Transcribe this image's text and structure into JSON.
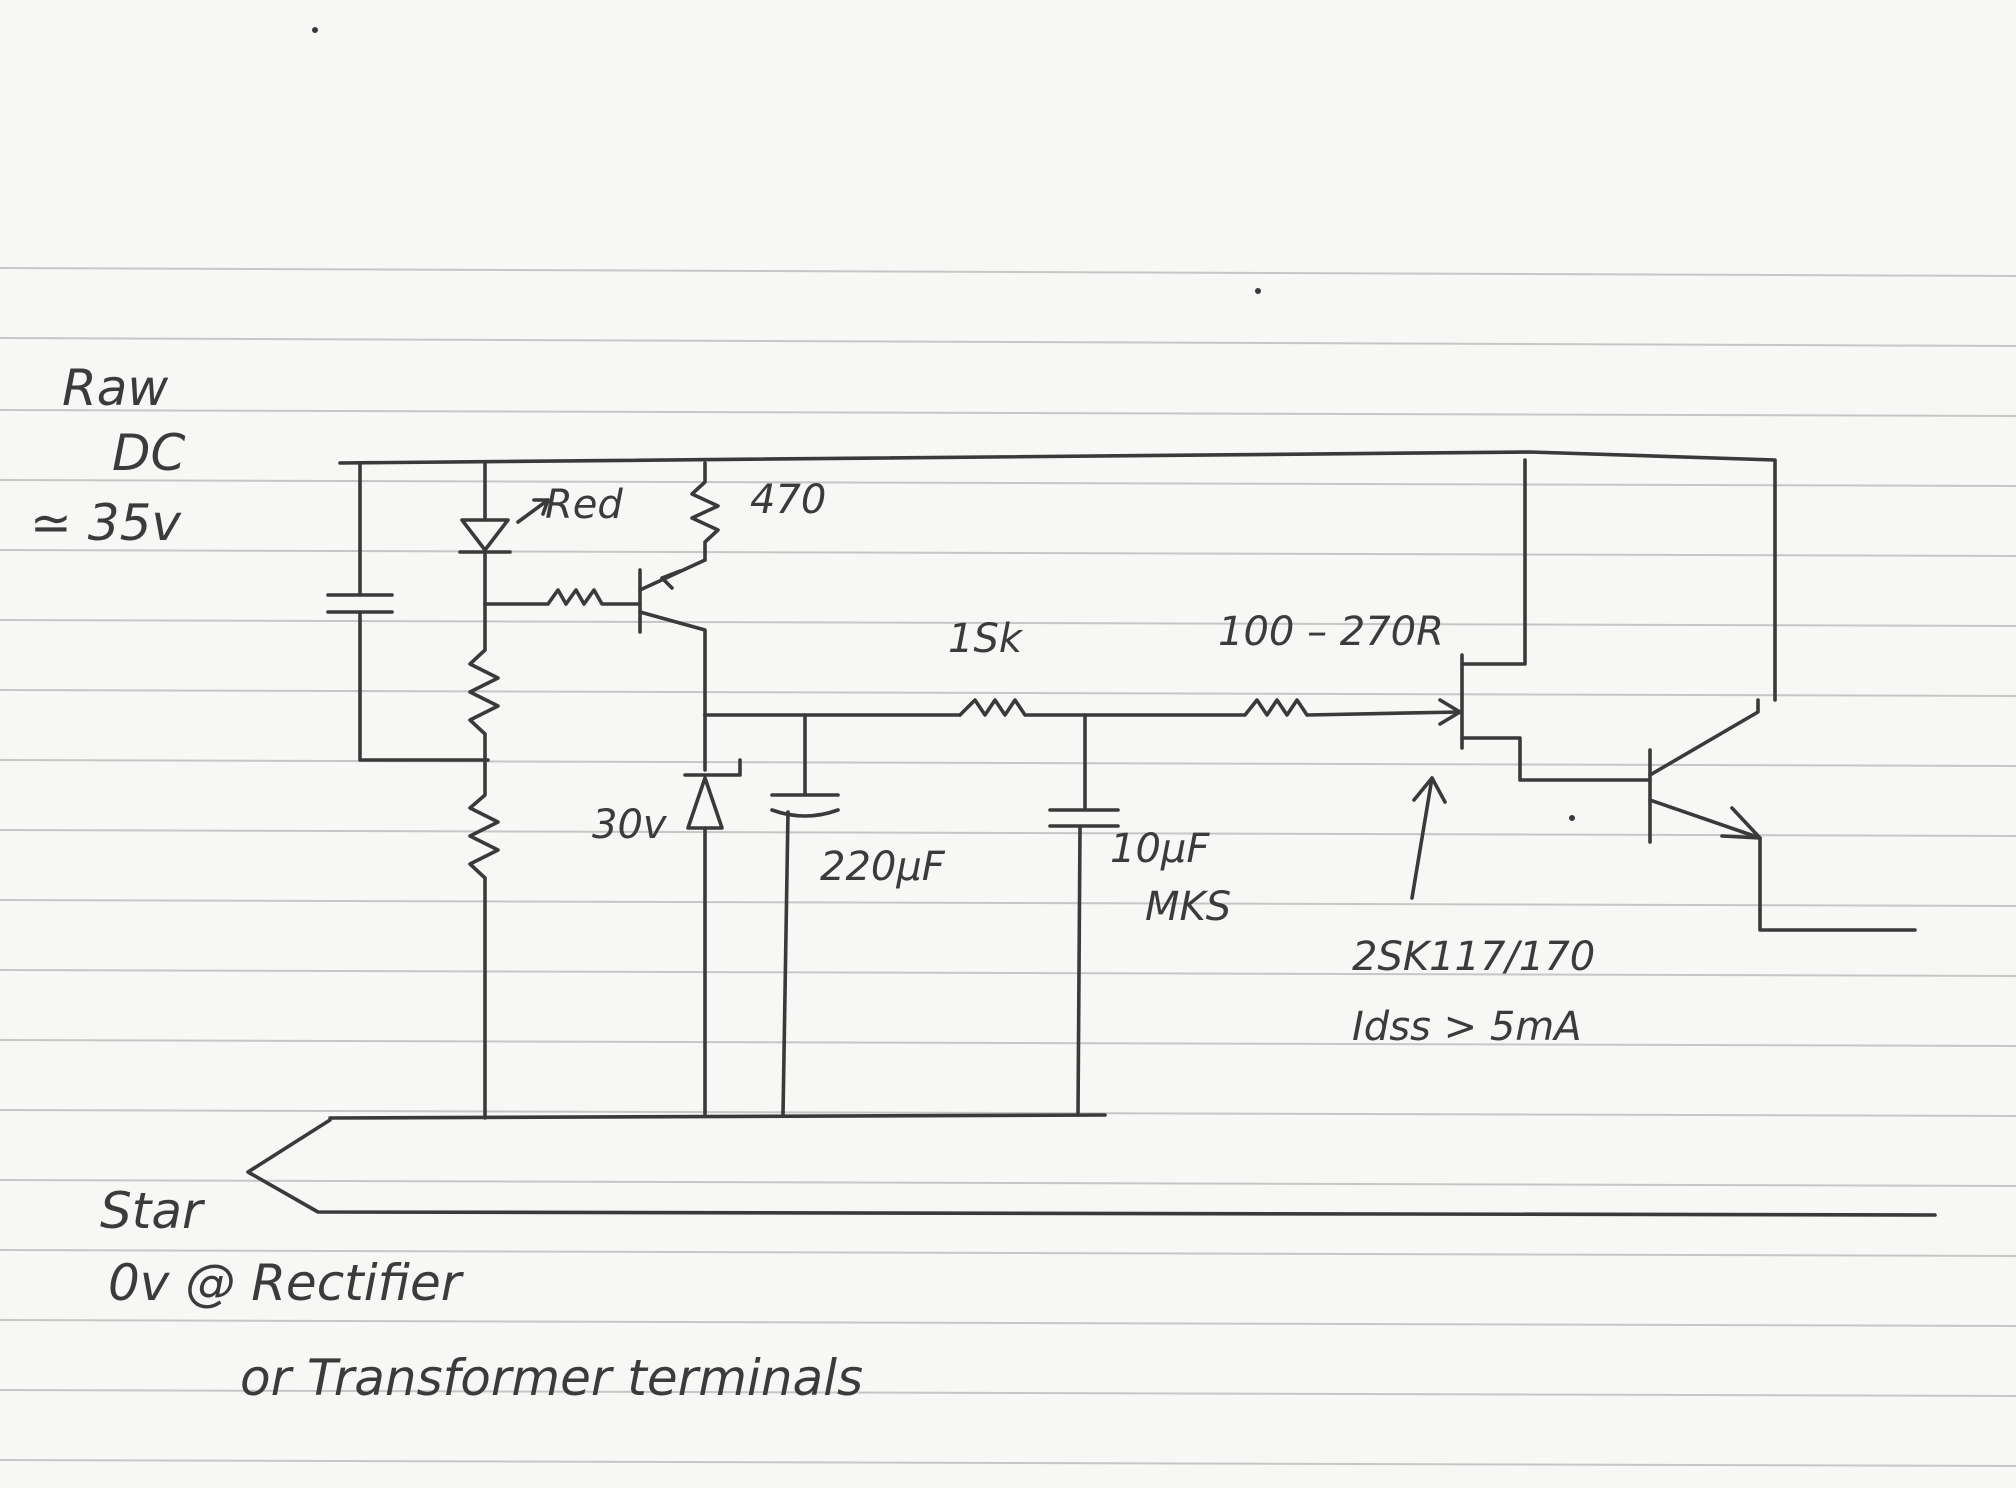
{
  "labels": {
    "supply": [
      "Raw",
      "DC",
      "≃ 35v"
    ],
    "led": "Red",
    "collector_resistor": "470",
    "series_resistor": "1Sk",
    "gate_resistor": "100 – 270R",
    "zener": "30v",
    "bulk_capacitor": "220µF",
    "film_capacitor": [
      "10µF",
      "MKS"
    ],
    "jfet_note": [
      "2SK117/170",
      "Idss > 5mA"
    ],
    "star_ground": [
      "Star",
      "0v @ Rectifier",
      "or Transformer terminals"
    ]
  },
  "colors": {
    "ink": "#3a3a3a",
    "paper": "#f7f7f5",
    "rule_line": "#c6c6c6"
  }
}
